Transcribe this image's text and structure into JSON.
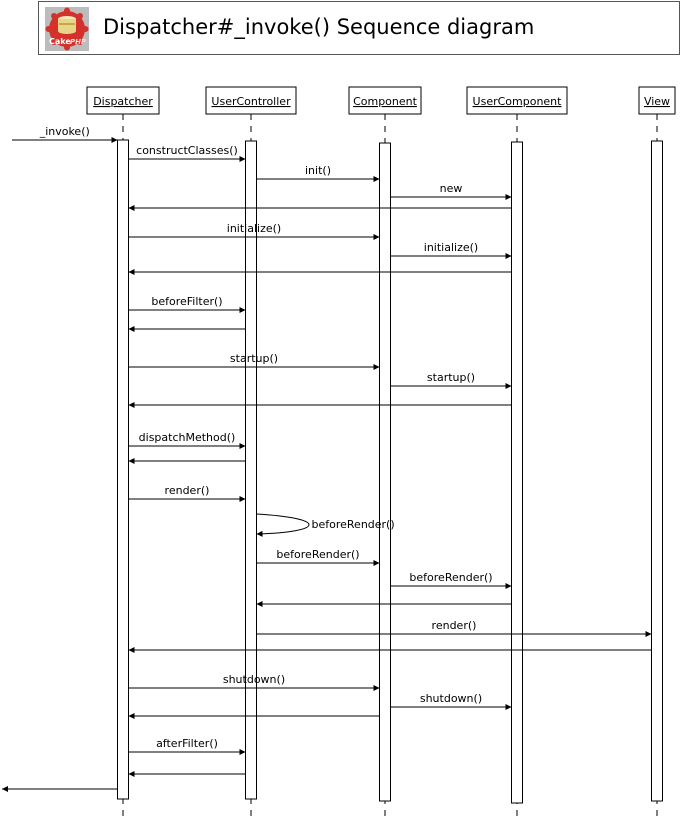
{
  "title": "Dispatcher#_invoke()  Sequence diagram",
  "logo": {
    "icon": "cakephp-logo",
    "text_cake": "Cake",
    "text_php": "PHP"
  },
  "participants": [
    {
      "id": "dispatcher",
      "label": "Dispatcher"
    },
    {
      "id": "usercontroller",
      "label": "UserController"
    },
    {
      "id": "component",
      "label": "Component"
    },
    {
      "id": "usercomponent",
      "label": "UserComponent"
    },
    {
      "id": "view",
      "label": "View"
    }
  ],
  "messages": [
    {
      "from": "external",
      "to": "dispatcher",
      "label": "_invoke()"
    },
    {
      "from": "dispatcher",
      "to": "usercontroller",
      "label": "constructClasses()"
    },
    {
      "from": "usercontroller",
      "to": "component",
      "label": "init()"
    },
    {
      "from": "component",
      "to": "usercomponent",
      "label": "new"
    },
    {
      "from": "usercomponent",
      "to": "dispatcher",
      "label": ""
    },
    {
      "from": "dispatcher",
      "to": "component",
      "label": "initialize()"
    },
    {
      "from": "component",
      "to": "usercomponent",
      "label": "initialize()"
    },
    {
      "from": "usercomponent",
      "to": "dispatcher",
      "label": ""
    },
    {
      "from": "dispatcher",
      "to": "usercontroller",
      "label": "beforeFilter()"
    },
    {
      "from": "usercontroller",
      "to": "dispatcher",
      "label": ""
    },
    {
      "from": "dispatcher",
      "to": "component",
      "label": "startup()"
    },
    {
      "from": "component",
      "to": "usercomponent",
      "label": "startup()"
    },
    {
      "from": "usercomponent",
      "to": "dispatcher",
      "label": ""
    },
    {
      "from": "dispatcher",
      "to": "usercontroller",
      "label": "dispatchMethod()"
    },
    {
      "from": "usercontroller",
      "to": "dispatcher",
      "label": ""
    },
    {
      "from": "dispatcher",
      "to": "usercontroller",
      "label": "render()"
    },
    {
      "from": "usercontroller",
      "to": "usercontroller",
      "label": "beforeRender()",
      "self": true
    },
    {
      "from": "usercontroller",
      "to": "component",
      "label": "beforeRender()"
    },
    {
      "from": "component",
      "to": "usercomponent",
      "label": "beforeRender()"
    },
    {
      "from": "usercomponent",
      "to": "usercontroller",
      "label": ""
    },
    {
      "from": "usercontroller",
      "to": "view",
      "label": "render()"
    },
    {
      "from": "view",
      "to": "dispatcher",
      "label": ""
    },
    {
      "from": "dispatcher",
      "to": "component",
      "label": "shutdown()"
    },
    {
      "from": "component",
      "to": "usercomponent",
      "label": "shutdown()"
    },
    {
      "from": "component",
      "to": "dispatcher",
      "label": ""
    },
    {
      "from": "dispatcher",
      "to": "usercontroller",
      "label": "afterFilter()"
    },
    {
      "from": "usercontroller",
      "to": "dispatcher",
      "label": ""
    },
    {
      "from": "dispatcher",
      "to": "external",
      "label": ""
    }
  ]
}
